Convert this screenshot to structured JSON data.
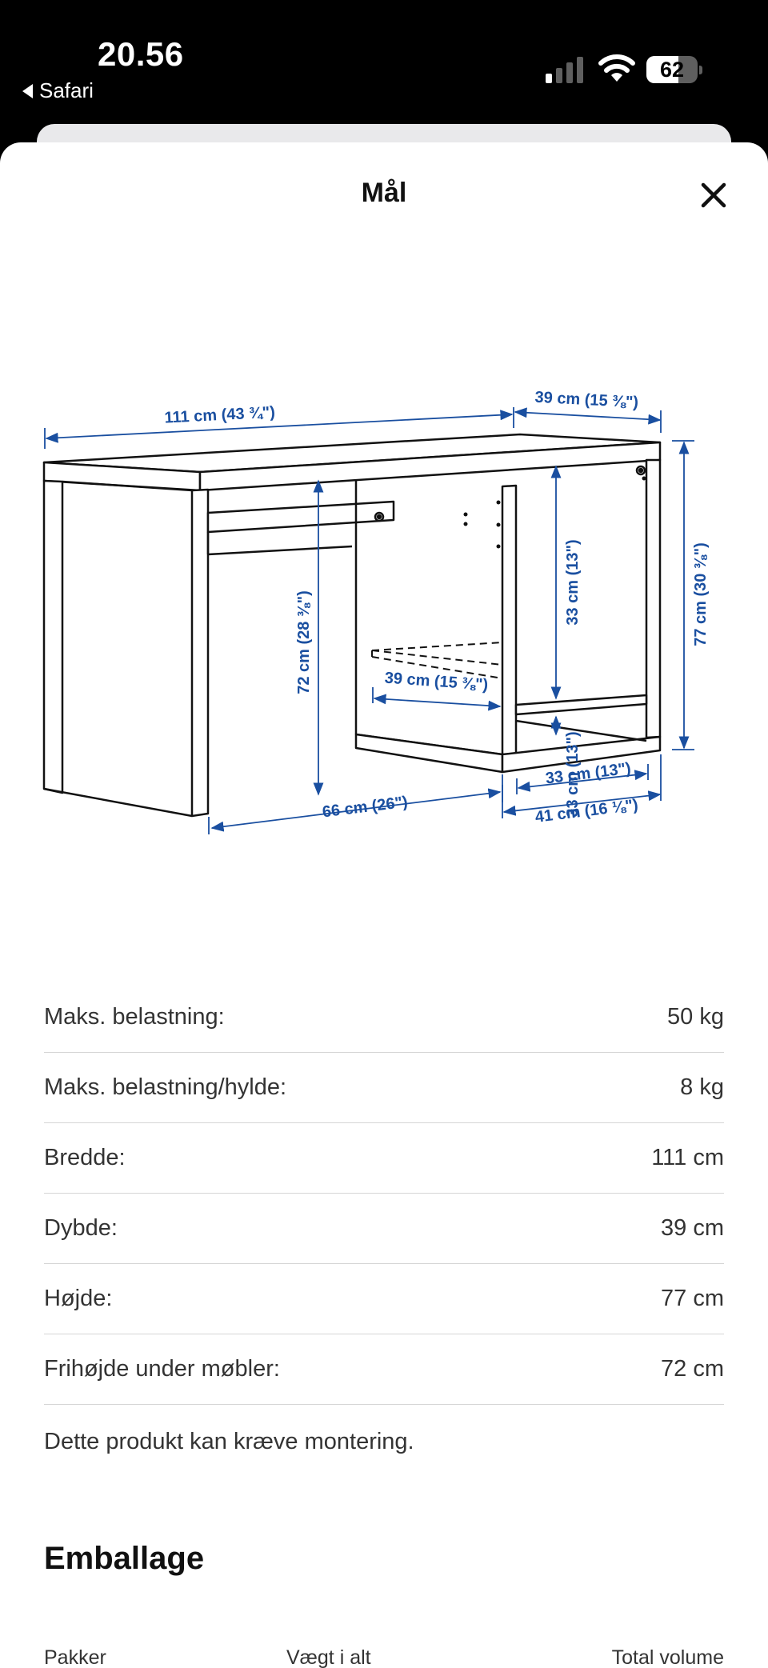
{
  "status_bar": {
    "time": "20.56",
    "back_app": "Safari",
    "battery_level": "62"
  },
  "sheet": {
    "title": "Mål"
  },
  "diagram": {
    "dimensions": [
      {
        "id": "width-top",
        "label": "111 cm (43 ¾\")"
      },
      {
        "id": "depth-top",
        "label": "39 cm (15 ⅜\")"
      },
      {
        "id": "height-total",
        "label": "77 cm (30 ⅜\")"
      },
      {
        "id": "height-under",
        "label": "72 cm (28 ⅜\")"
      },
      {
        "id": "shelf-upper",
        "label": "33 cm (13\")"
      },
      {
        "id": "shelf-lower",
        "label": "33 cm (13\")"
      },
      {
        "id": "shelf-depth",
        "label": "39 cm (15 ⅜\")"
      },
      {
        "id": "knee-width",
        "label": "66 cm (26\")"
      },
      {
        "id": "shelf-inner-width",
        "label": "33 cm (13\")"
      },
      {
        "id": "shelf-outer-width",
        "label": "41 cm (16 ⅛\")"
      }
    ]
  },
  "specs": [
    {
      "label": "Maks. belastning:",
      "value": "50 kg"
    },
    {
      "label": "Maks. belastning/hylde:",
      "value": "8 kg"
    },
    {
      "label": "Bredde:",
      "value": "111 cm"
    },
    {
      "label": "Dybde:",
      "value": "39 cm"
    },
    {
      "label": "Højde:",
      "value": "77 cm"
    },
    {
      "label": "Frihøjde under møbler:",
      "value": "72 cm"
    }
  ],
  "note": "Dette produkt kan kræve montering.",
  "packaging": {
    "title": "Emballage",
    "columns": [
      "Pakker",
      "Vægt i alt",
      "Total volume"
    ]
  },
  "colors": {
    "dimension_blue": "#1a4fa0",
    "divider": "#d6d6d6"
  }
}
